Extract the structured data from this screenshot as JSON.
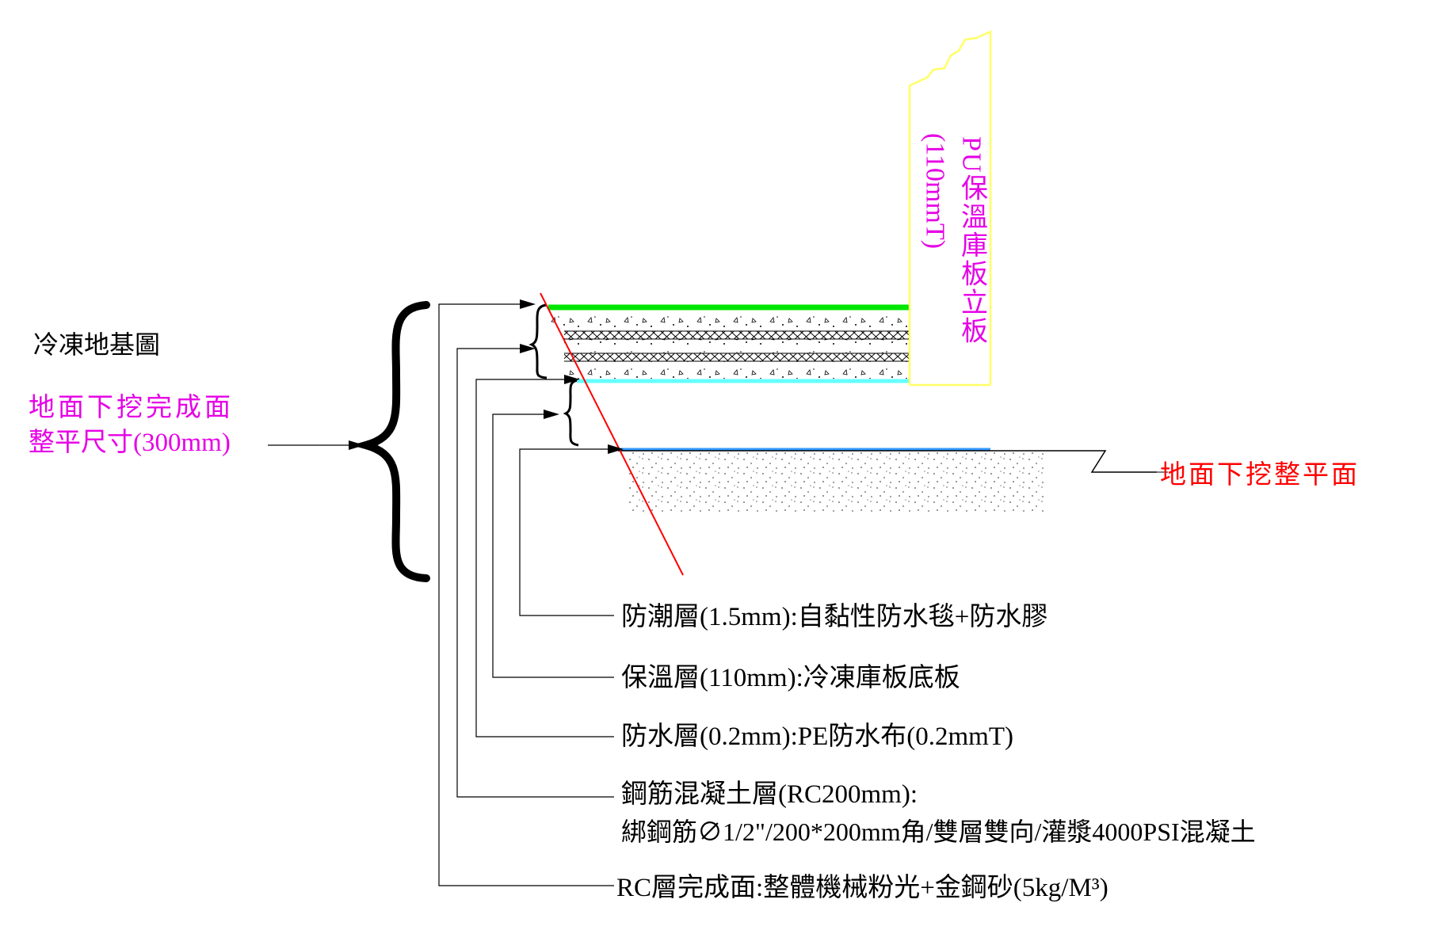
{
  "title": "冷凍地基圖",
  "excavation_label": {
    "line1": "地面下挖完成面",
    "line2": "整平尺寸(300mm)"
  },
  "ground_label": "地面下挖整平面",
  "wall_panel_label": {
    "main": "PU保溫庫板立板",
    "thickness": "(110mmT)"
  },
  "callouts": [
    {
      "id": "moisture",
      "text": "防潮層(1.5mm):自黏性防水毯+防水膠"
    },
    {
      "id": "insulation",
      "text": "保溫層(110mm):冷凍庫板底板"
    },
    {
      "id": "waterproof",
      "text": "防水層(0.2mm):PE防水布(0.2mmT)"
    },
    {
      "id": "rc",
      "text": "鋼筋混凝土層(RC200mm):",
      "text2": "綁鋼筋∅1/2\"/200*200mm角/雙層雙向/灌漿4000PSI混凝土"
    },
    {
      "id": "finish",
      "text": "RC層完成面:整體機械粉光+金鋼砂(5kg/M³)"
    }
  ],
  "colors": {
    "magenta": "#e600e6",
    "red": "#ff0000",
    "green": "#00e600",
    "cyan": "#66ffff",
    "yellow": "#ffff66",
    "blue": "#3399ff",
    "line": "#000000"
  }
}
